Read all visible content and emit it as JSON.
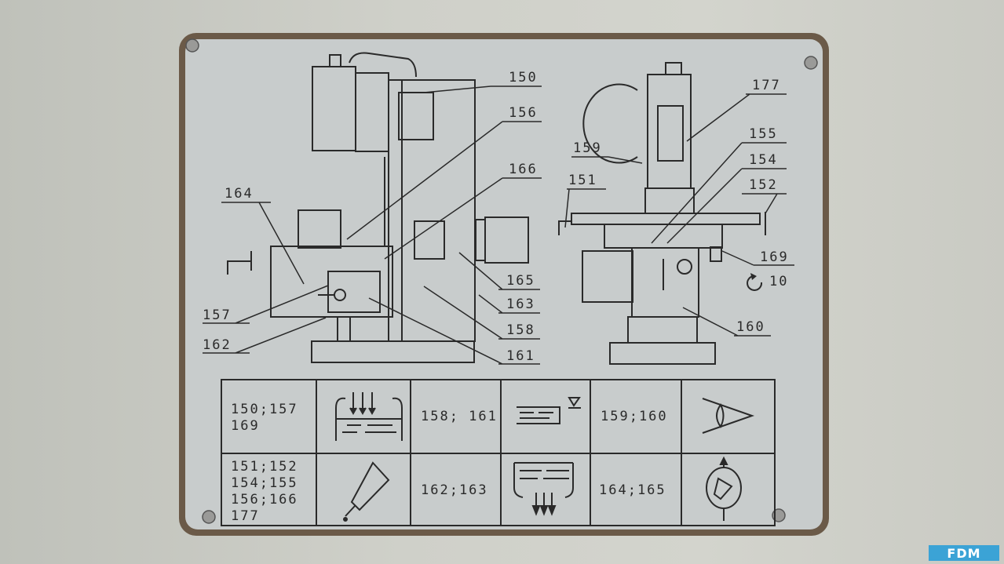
{
  "callouts": [
    "150",
    "156",
    "166",
    "164",
    "157",
    "162",
    "165",
    "163",
    "158",
    "161",
    "177",
    "155",
    "159",
    "154",
    "151",
    "152",
    "169",
    "10",
    "160"
  ],
  "table": {
    "row1": {
      "cell1_line1": "150;157",
      "cell1_line2": "169",
      "cell3": "158; 161",
      "cell5": "159;160"
    },
    "row2": {
      "cell1_line1": "151;152",
      "cell1_line2": "154;155",
      "cell1_line3": "156;166",
      "cell1_line4": "177",
      "cell3": "162;163",
      "cell5": "164;165"
    },
    "icons": [
      "oil-fill-icon",
      "oil-level-icon",
      "inspect-eye-icon",
      "grease-gun-icon",
      "oil-drain-icon",
      "oil-pump-icon"
    ]
  },
  "watermark": "FDM",
  "colors": {
    "plate": "#c7cbcb",
    "border": "#5a4a3a",
    "ink": "#2a2a2a",
    "logo": "#3ba3d6"
  }
}
